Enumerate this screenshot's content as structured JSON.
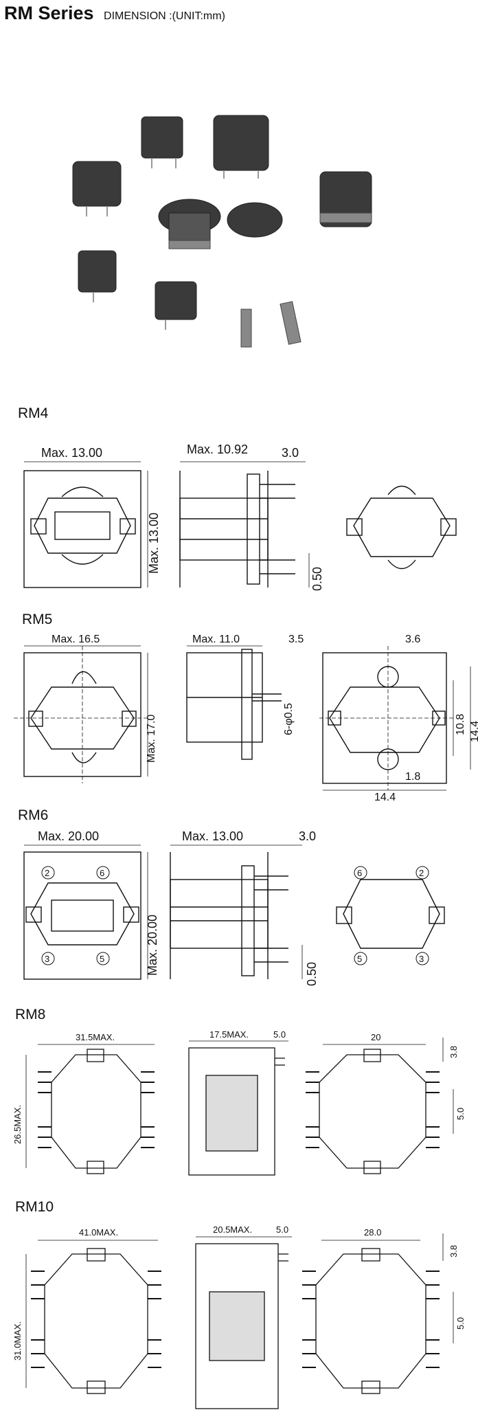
{
  "header": {
    "title": "RM Series",
    "subtitle": "DIMENSION :(UNIT:mm)"
  },
  "sections": [
    {
      "name": "RM4",
      "labels": {
        "width": "Max. 13.00",
        "height": "Max. 13.00",
        "side_width": "Max. 10.92",
        "pin_len": "3.0",
        "pin_dia": "0.50"
      }
    },
    {
      "name": "RM5",
      "labels": {
        "width": "Max. 16.5",
        "height": "Max. 17.0",
        "side_width": "Max. 11.0",
        "pin_len": "3.5",
        "pin_dia": "6-φ0.5",
        "top_pitch": "3.6",
        "span_a": "10.8",
        "span_b": "14.4",
        "pitch": "1.8",
        "bottom_w": "14.4"
      }
    },
    {
      "name": "RM6",
      "labels": {
        "width": "Max. 20.00",
        "height": "Max. 20.00",
        "side_width": "Max. 13.00",
        "pin_len": "3.0",
        "pin_dia": "0.50",
        "pin2": "2",
        "pin6": "6",
        "pin3": "3",
        "pin5": "5"
      }
    },
    {
      "name": "RM8",
      "labels": {
        "width": "31.5MAX.",
        "height": "26.5MAX.",
        "side_width": "17.5MAX.",
        "pin_len": "5.0",
        "bottom_w": "20",
        "top_off": "3.8",
        "pitch": "5.0"
      }
    },
    {
      "name": "RM10",
      "labels": {
        "width": "41.0MAX.",
        "height": "31.0MAX.",
        "side_width": "20.5MAX.",
        "pin_len": "5.0",
        "bottom_w": "28.0",
        "top_off": "3.8",
        "pitch": "5.0"
      }
    }
  ]
}
